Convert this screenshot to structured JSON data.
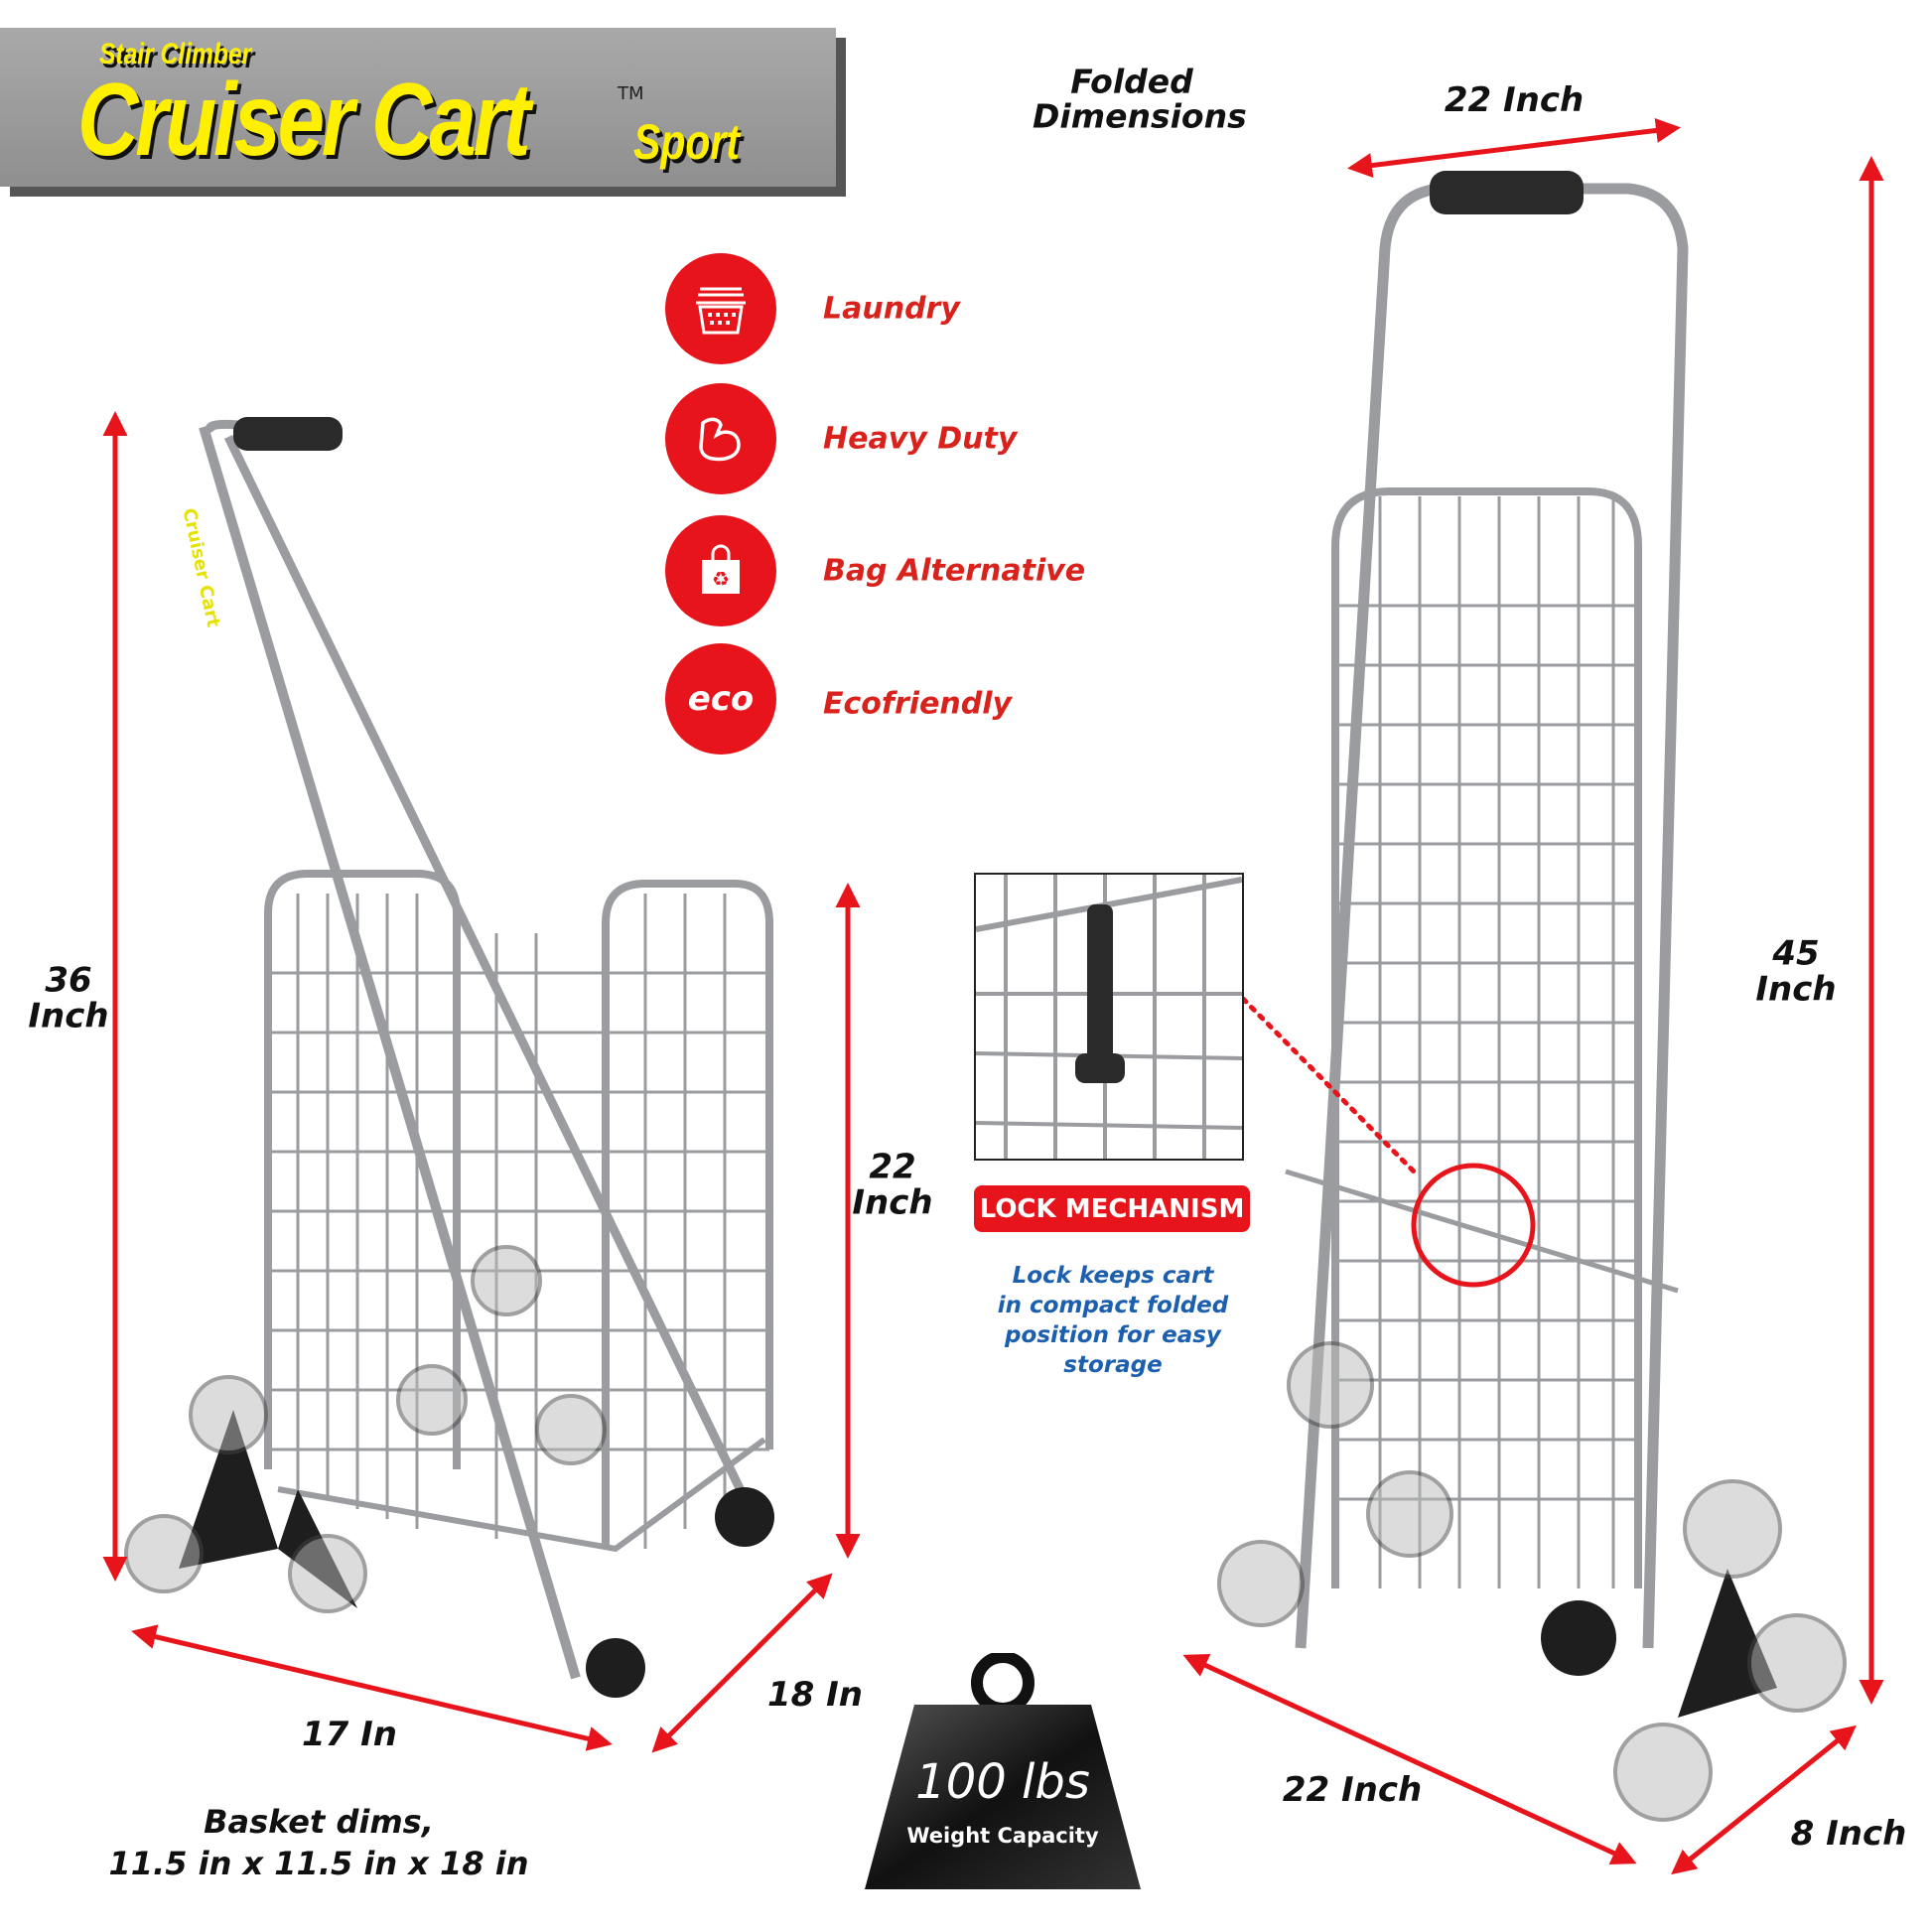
{
  "brand": {
    "tagline": "Stair Climber",
    "name": "Cruiser Cart",
    "trademark": "TM",
    "edition": "Sport",
    "frame_print": "Cruiser Cart"
  },
  "folded_title": "Folded Dimensions",
  "features": [
    {
      "icon": "laundry-basket-icon",
      "label": "Laundry"
    },
    {
      "icon": "muscle-arm-icon",
      "label": "Heavy Duty"
    },
    {
      "icon": "recycle-bag-icon",
      "label": "Bag Alternative"
    },
    {
      "icon": "eco-icon",
      "icon_text": "eco",
      "label": "Ecofriendly"
    }
  ],
  "dimensions": {
    "open_height": "36\nInch",
    "basket_height": "22\nInch",
    "open_width": "17 In",
    "open_depth": "18 In",
    "folded_top_width": "22 Inch",
    "folded_height": "45\nInch",
    "folded_length": "22 Inch",
    "folded_depth": "8 Inch"
  },
  "basket_dims": {
    "line1": "Basket dims,",
    "line2": "11.5 in x 11.5 in x 18 in"
  },
  "lock": {
    "title": "LOCK MECHANISM",
    "desc": [
      "Lock keeps cart",
      "in compact folded",
      "position for easy",
      "storage"
    ]
  },
  "weight": {
    "value": "100 lbs",
    "label": "Weight Capacity"
  },
  "colors": {
    "accent_red": "#e8141b",
    "brand_yellow": "#ffef00",
    "desc_blue": "#1b5fae",
    "frame_gray": "#9a9ca0"
  }
}
